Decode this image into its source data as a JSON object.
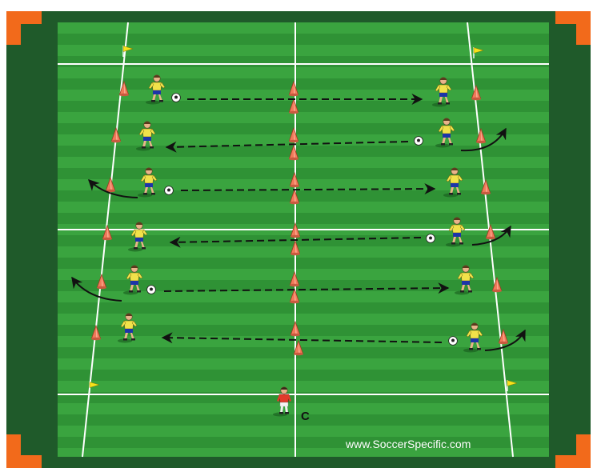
{
  "diagram": {
    "watermark": "www.SoccerSpecific.com",
    "coach_label": "C",
    "pairs": [
      {
        "id": 1,
        "ball_side": "left",
        "arrow": "left-to-right",
        "turn": "none"
      },
      {
        "id": 2,
        "ball_side": "right",
        "arrow": "right-to-left",
        "turn": "right"
      },
      {
        "id": 3,
        "ball_side": "left",
        "arrow": "left-to-right",
        "turn": "left"
      },
      {
        "id": 4,
        "ball_side": "right",
        "arrow": "right-to-left",
        "turn": "right"
      },
      {
        "id": 5,
        "ball_side": "left",
        "arrow": "left-to-right",
        "turn": "left"
      },
      {
        "id": 6,
        "ball_side": "right",
        "arrow": "right-to-left",
        "turn": "right"
      }
    ],
    "icons": {
      "corner": "corner-bracket-icon",
      "flag": "corner-flag-icon",
      "cone": "cone-icon",
      "player": "player-icon",
      "coach": "coach-icon",
      "ball": "soccer-ball-icon"
    },
    "colors": {
      "border_dark_green": "#1f5a2a",
      "grass_light": "#3aa43f",
      "grass_dark": "#2f9235",
      "line": "#ffffff",
      "cone": "#f07a5a",
      "corner": "#f26a1b",
      "flag": "#f7e21b",
      "player_shirt": "#f1e24a",
      "player_shorts": "#1d35a8",
      "coach_shirt": "#e23a2a",
      "arrow": "#111111"
    }
  }
}
